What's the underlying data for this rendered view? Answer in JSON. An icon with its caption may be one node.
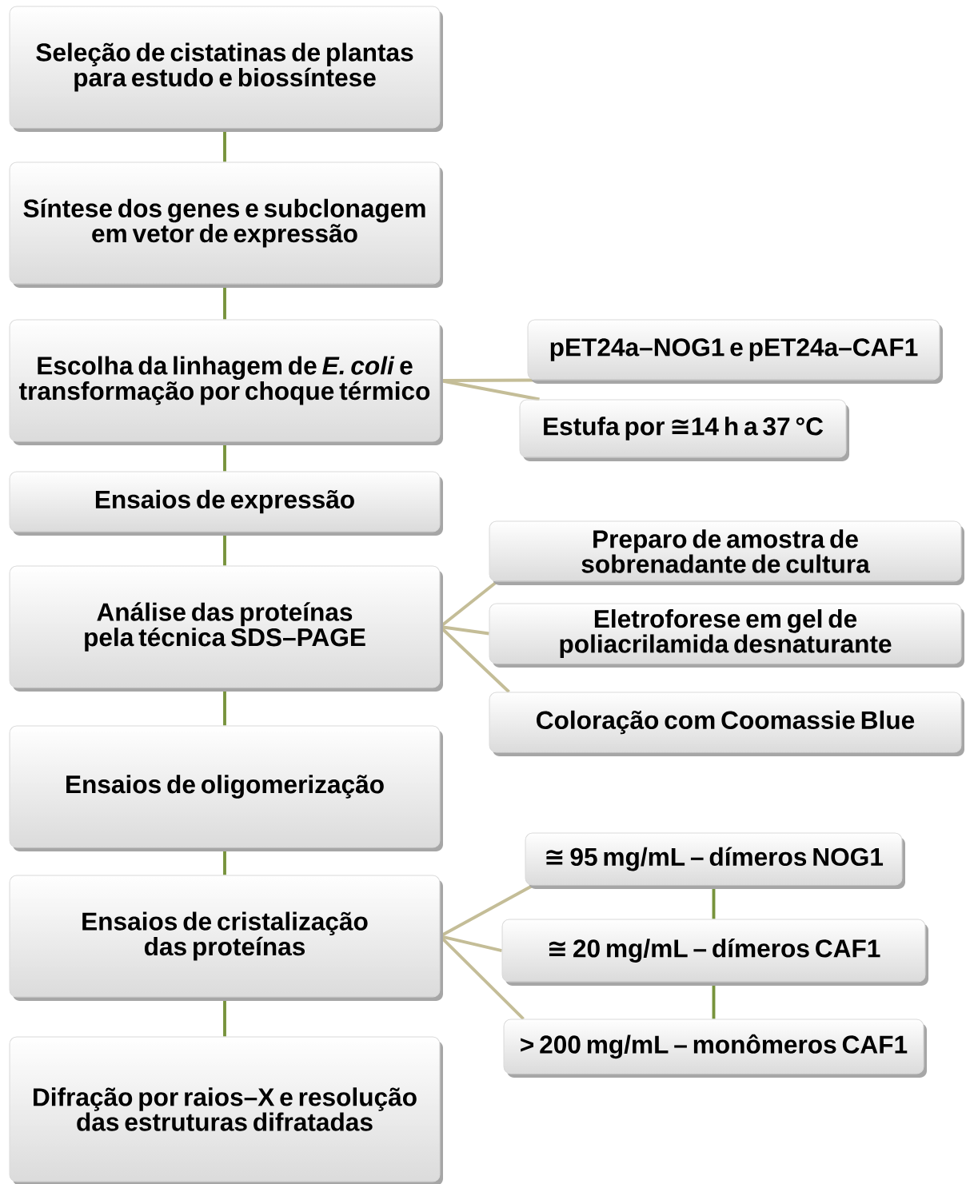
{
  "diagram": {
    "nodes": [
      {
        "text": [
          "Seleção de cistatinas de plantas para estudo e biossíntese"
        ]
      },
      {
        "text": [
          "Síntese dos genes e subclonagem em vetor de expressão"
        ]
      },
      {
        "text": [
          "Escolha da linhagem de *E. coli* e transformação por choque térmico"
        ]
      },
      {
        "text": [
          "Ensaios de expressão"
        ]
      },
      {
        "text": [
          "Análise das proteínas pela técnica SDS–PAGE"
        ]
      },
      {
        "text": [
          "Ensaios de oligomerização"
        ]
      },
      {
        "text": [
          "Ensaios de cristalização das proteínas"
        ]
      },
      {
        "text": [
          "Difração por raios–X e resolução das estruturas difratadas"
        ]
      },
      {
        "text": [
          "pET24a–NOG1 e pET24a–CAF1"
        ]
      },
      {
        "text": [
          "Estufa por ≅14 h a 37 °C"
        ]
      },
      {
        "text": [
          "Preparo de amostra de sobrenadante de cultura"
        ]
      },
      {
        "text": [
          "Eletroforese em gel de poliacrilamida desnaturante"
        ]
      },
      {
        "text": [
          "Coloração com Coomassie Blue"
        ]
      },
      {
        "text": [
          "≅ 95 mg/mL – dímeros NOG1"
        ]
      },
      {
        "text": [
          "≅ 20 mg/mL – dímeros CAF1"
        ]
      },
      {
        "text": [
          "> 200 mg/mL – monômeros CAF1"
        ]
      }
    ],
    "edges": [
      {
        "from": 0,
        "to": 1,
        "arrow": "none"
      },
      {
        "from": 1,
        "to": 2,
        "arrow": "none"
      },
      {
        "from": 2,
        "to": 3,
        "arrow": "none"
      },
      {
        "from": 3,
        "to": 4,
        "arrow": "none"
      },
      {
        "from": 4,
        "to": 5,
        "arrow": "none"
      },
      {
        "from": 5,
        "to": 6,
        "arrow": "none"
      },
      {
        "from": 6,
        "to": 7,
        "arrow": "none"
      },
      {
        "from": 2,
        "to": 8,
        "arrow": "none",
        "color": "#c4bd97"
      },
      {
        "from": 2,
        "to": 9,
        "arrow": "none",
        "color": "#c4bd97"
      },
      {
        "from": 4,
        "to": 10,
        "arrow": "none",
        "color": "#c4bd97"
      },
      {
        "from": 4,
        "to": 11,
        "arrow": "none",
        "color": "#c4bd97"
      },
      {
        "from": 4,
        "to": 12,
        "arrow": "none",
        "color": "#c4bd97"
      },
      {
        "from": 6,
        "to": 13,
        "arrow": "none",
        "color": "#c4bd97"
      },
      {
        "from": 6,
        "to": 14,
        "arrow": "none",
        "color": "#c4bd97"
      },
      {
        "from": 6,
        "to": 15,
        "arrow": "none",
        "color": "#c4bd97"
      },
      {
        "from": 13,
        "to": 14,
        "arrow": "none"
      },
      {
        "from": 14,
        "to": 15,
        "arrow": "none"
      }
    ]
  }
}
